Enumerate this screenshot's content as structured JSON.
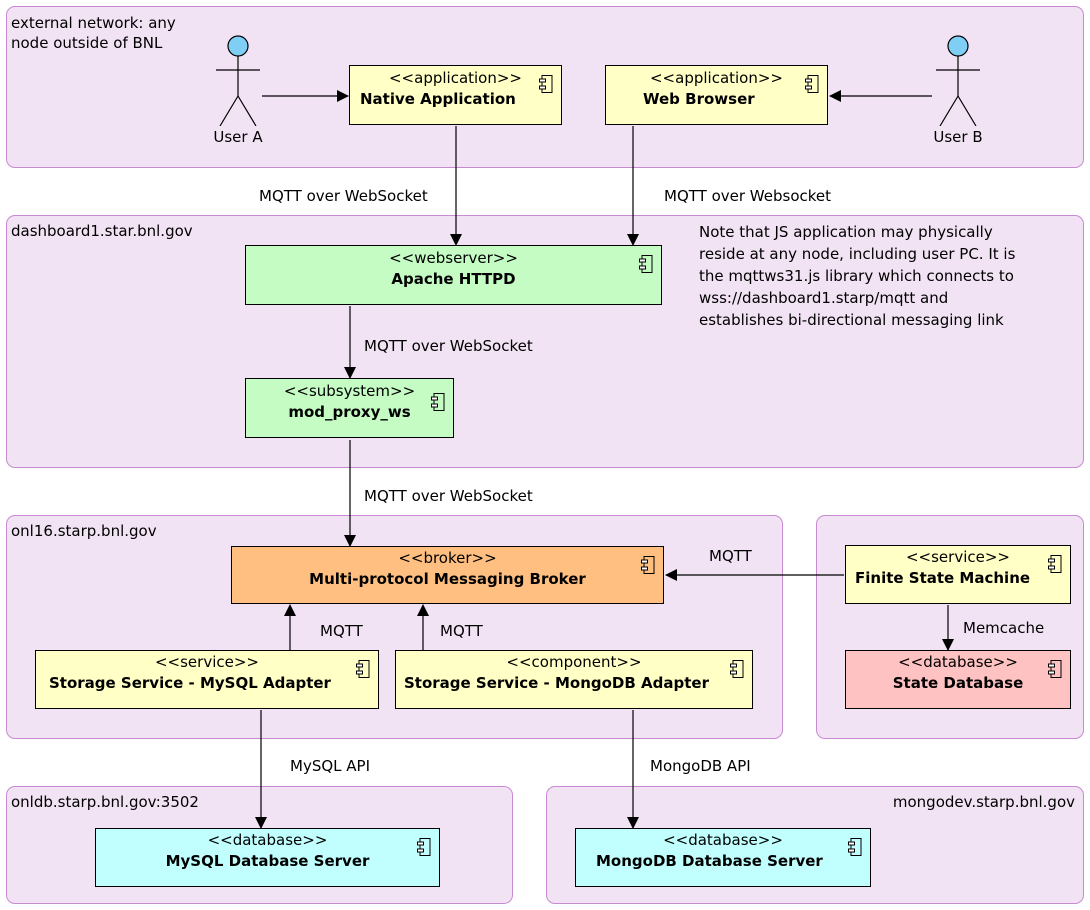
{
  "nodes": {
    "external": "external network: any\nnode outside of BNL",
    "dashboard": "dashboard1.star.bnl.gov",
    "onl16": "onl16.starp.bnl.gov",
    "fsm_node": "",
    "onldb": "onldb.starp.bnl.gov:3502",
    "mongodev": "mongodev.starp.bnl.gov"
  },
  "actors": {
    "user_a": "User A",
    "user_b": "User B"
  },
  "components": {
    "native_app": {
      "stereotype": "<<application>>",
      "name": "Native Application"
    },
    "web_browser": {
      "stereotype": "<<application>>",
      "name": "Web Browser"
    },
    "apache": {
      "stereotype": "<<webserver>>",
      "name": "Apache HTTPD"
    },
    "mod_proxy": {
      "stereotype": "<<subsystem>>",
      "name": "mod_proxy_ws"
    },
    "broker": {
      "stereotype": "<<broker>>",
      "name": "Multi-protocol Messaging Broker"
    },
    "fsm": {
      "stereotype": "<<service>>",
      "name": "Finite State Machine"
    },
    "state_db": {
      "stereotype": "<<database>>",
      "name": "State Database"
    },
    "mysql_adapter": {
      "stereotype": "<<service>>",
      "name": "Storage Service - MySQL Adapter"
    },
    "mongo_adapter": {
      "stereotype": "<<component>>",
      "name": "Storage Service - MongoDB Adapter"
    },
    "mysql_server": {
      "stereotype": "<<database>>",
      "name": "MySQL Database Server"
    },
    "mongo_server": {
      "stereotype": "<<database>>",
      "name": "MongoDB Database Server"
    }
  },
  "edges": {
    "native_to_apache": "MQTT over WebSocket",
    "browser_to_apache": "MQTT over Websocket",
    "apache_to_proxy": "MQTT over WebSocket",
    "proxy_to_broker": "MQTT over WebSocket",
    "fsm_to_broker": "MQTT",
    "mysql_to_broker": "MQTT",
    "mongo_to_broker": "MQTT",
    "fsm_to_statedb": "Memcache",
    "mysql_api": "MySQL API",
    "mongo_api": "MongoDB API"
  },
  "note": "Note that JS application may physically\nreside at any node, including user PC. It is\nthe mqttws31.js library which connects to\nwss://dashboard1.starp/mqtt and\nestablishes bi-directional messaging link",
  "colors": {
    "node_fill": "#f2e3f4",
    "node_border": "#c88ad2",
    "application": "#ffffc6",
    "webserver": "#c4fcc4",
    "broker": "#ffbf80",
    "state_database": "#ffc2c2",
    "database_server": "#c1ffff",
    "actor_head": "#7fcff5"
  }
}
